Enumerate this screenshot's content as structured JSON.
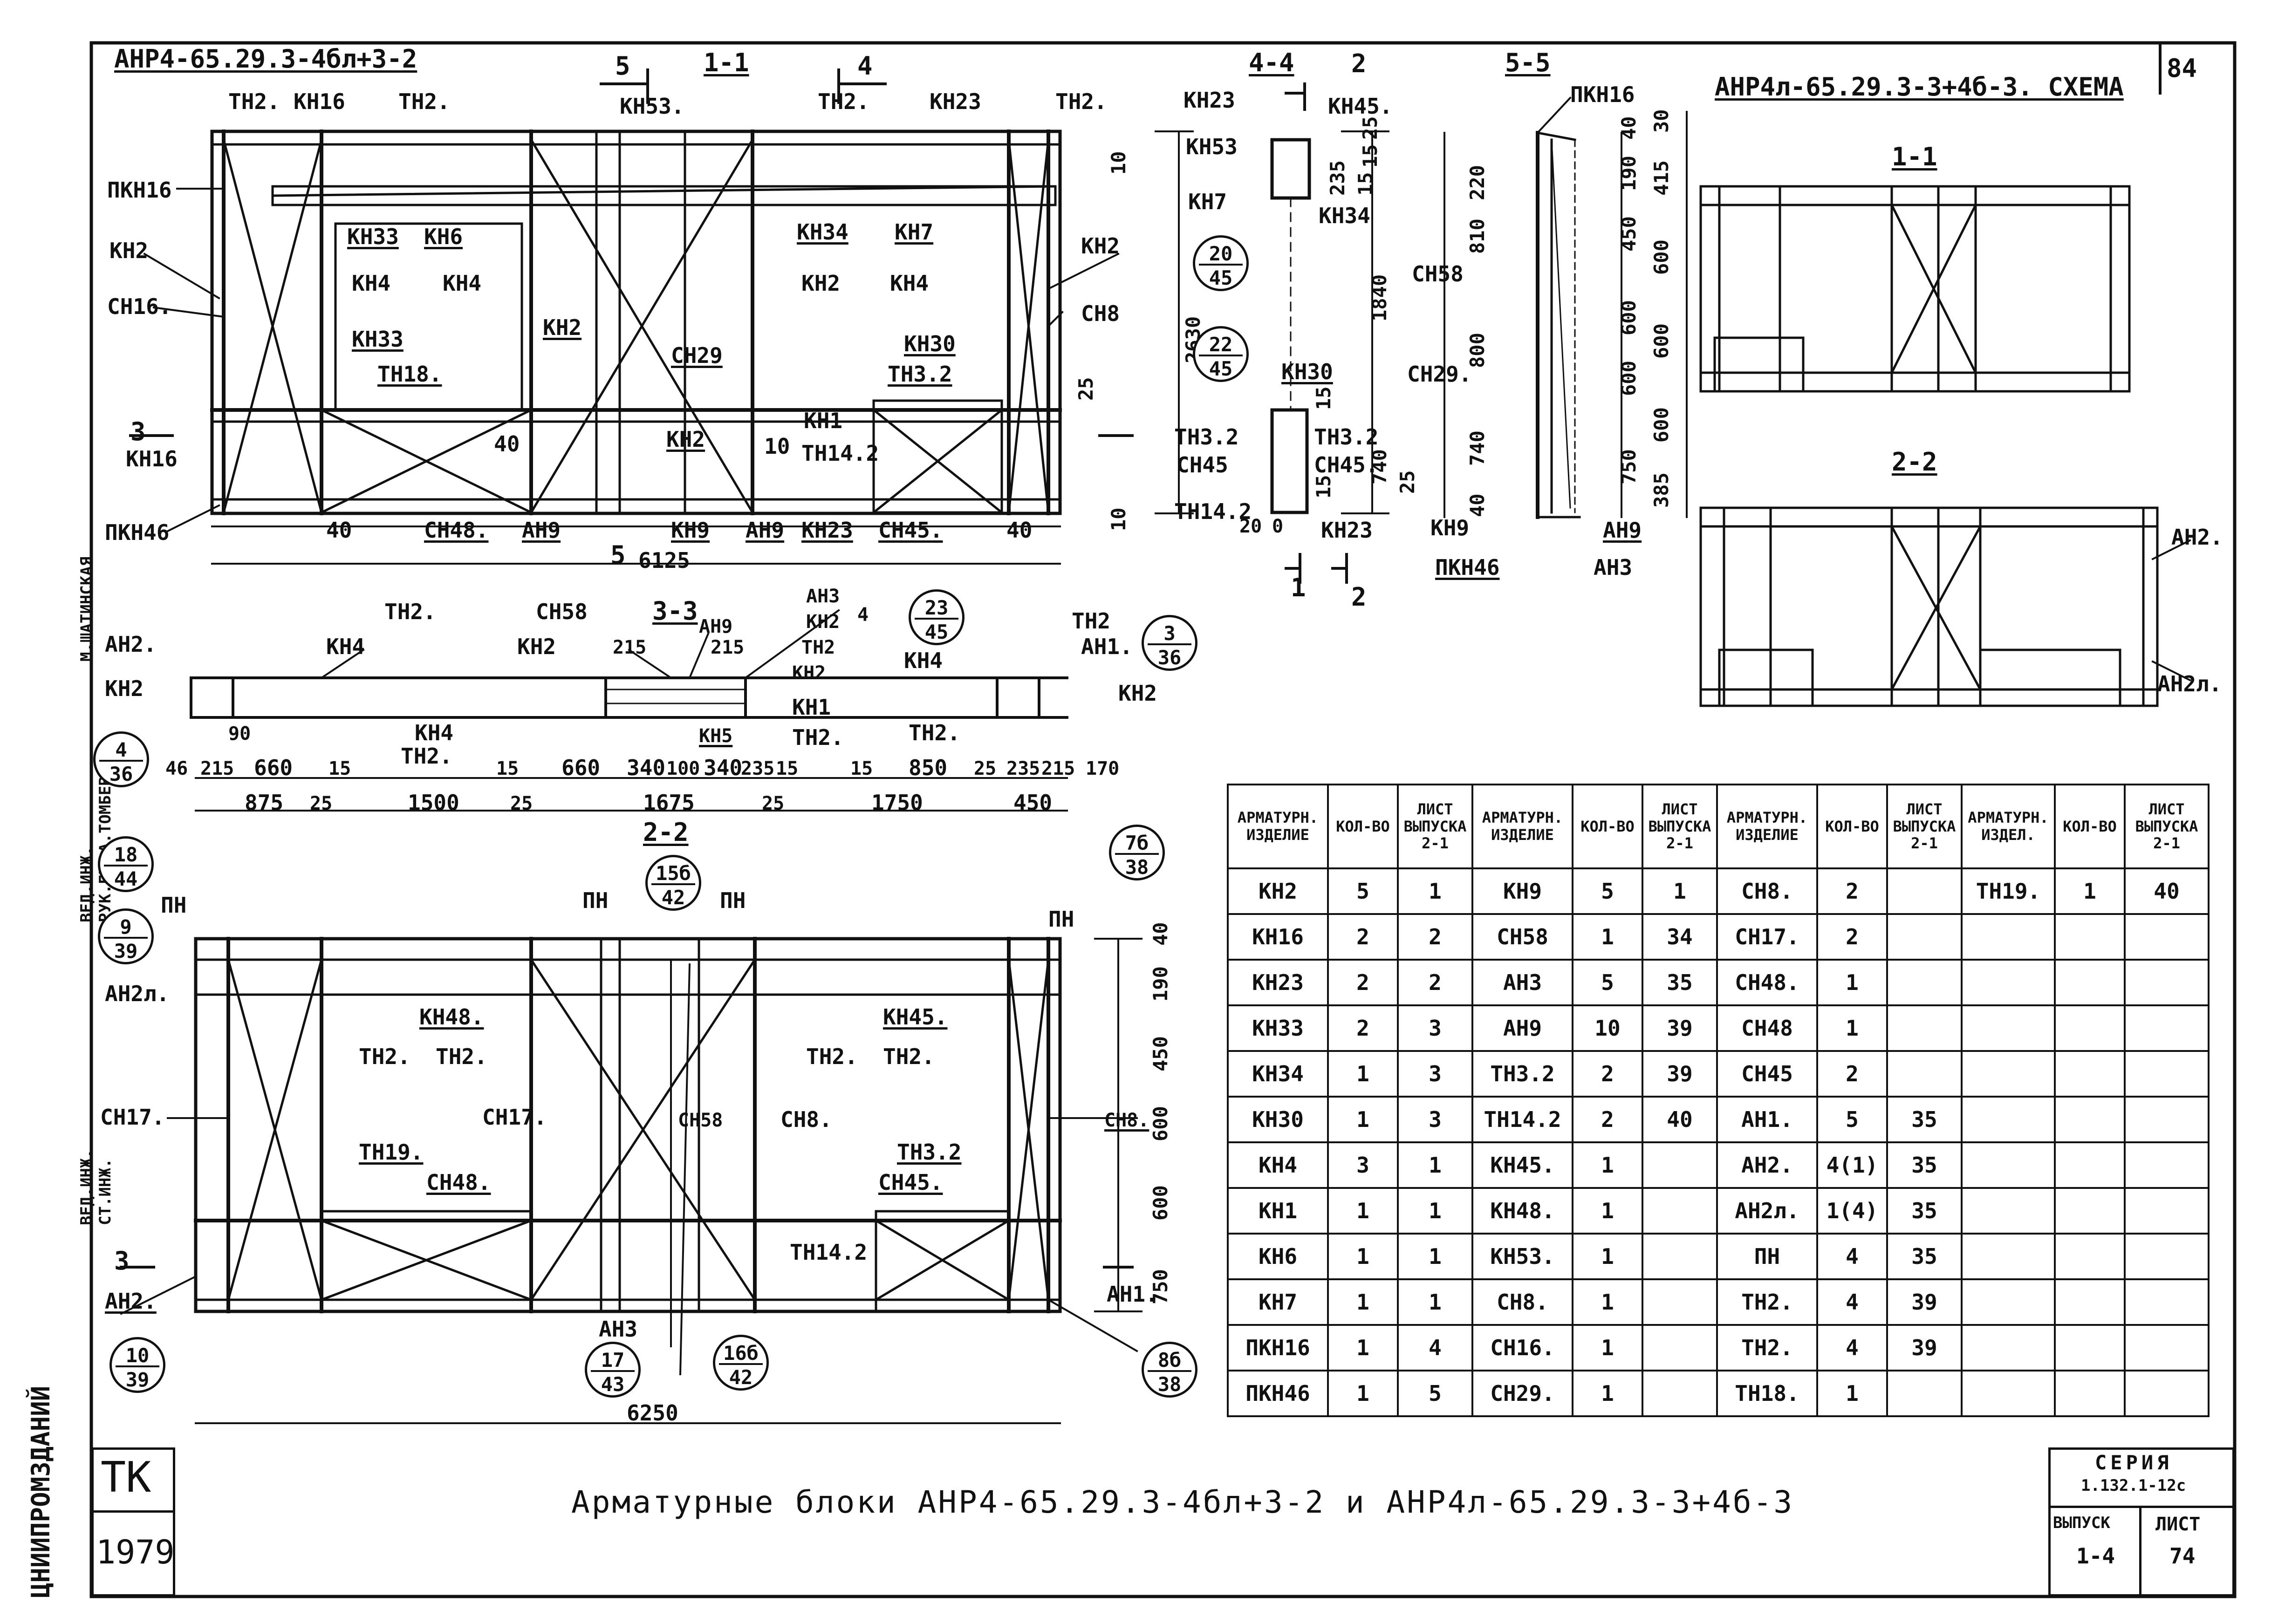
{
  "sheet_corner_number": "84",
  "top_title": "АНР4-65.29.3-4бл+3-2",
  "scheme_title": "АНР4л-65.29.3-3+4б-3. СХЕМА",
  "main_title": "Арматурные блоки АНР4-65.29.3-4бл+3-2 и АНР4л-65.29.3-3+4б-3",
  "stamp": {
    "org_code": "ТК",
    "year": "1979",
    "series_label": "СЕРИЯ",
    "series_value": "1.132.1-12с",
    "issue_label": "ВЫПУСК",
    "issue_value": "1-4",
    "sheet_label": "ЛИСТ",
    "sheet_value": "74"
  },
  "sidebar": {
    "org": "ЦНИИПРОМЗДАНИЙ",
    "roles": [
      "ВЕД.ИНЖ.",
      "СТ.ИНЖ.",
      "ВЕД.ИНЖ.",
      "РУК.ГР."
    ],
    "names": [
      "М.ШАТИНСКАЯ",
      "А.ТОМБЕВА"
    ]
  },
  "views": {
    "v11": {
      "section": "1-1",
      "left_marks": [
        "ПКН16",
        "КН2",
        "СН16.",
        "КН16",
        "ПКН46"
      ],
      "top_marks": [
        "ТН2.",
        "КН16",
        "ТН2.",
        "КН53.",
        "ТН2.",
        "КН23",
        "ТН2."
      ],
      "inner_marks": [
        "КН33",
        "КН6",
        "КН4",
        "КН4",
        "КН33",
        "ТН18.",
        "КН2",
        "СН29",
        "КН2",
        "КН34",
        "КН7",
        "КН2",
        "КН4",
        "КН30",
        "ТН3.2",
        "КН1",
        "ТН14.2",
        "КН2",
        "СН8"
      ],
      "bottom_marks": [
        "40",
        "СН48.",
        "АН9",
        "КН9",
        "АН9",
        "КН23",
        "СН45.",
        "40"
      ],
      "dims": [
        "10",
        "2630",
        "25",
        "40",
        "10",
        "10",
        "6125"
      ],
      "cut_marks": [
        "5",
        "4",
        "3",
        "5"
      ]
    },
    "v44": {
      "section": "4-4",
      "cut": "2",
      "marks": [
        "КН23",
        "КН45.",
        "КН53",
        "КН7",
        "КН34",
        "КН30",
        "ТН3.2",
        "СН45",
        "ТН3.2",
        "СН45.",
        "ТН14.2",
        "КН23"
      ],
      "dims": [
        "25",
        "15",
        "235",
        "15",
        "1840",
        "15",
        "740",
        "15",
        "25",
        "20",
        "0"
      ],
      "bottom_cuts": [
        "1",
        "2"
      ]
    },
    "v55": {
      "section": "5-5",
      "marks": [
        "ПКН16",
        "СН58",
        "СН29.",
        "КН9",
        "ПКН46",
        "АН9",
        "АН3"
      ],
      "dims_left": [
        "220",
        "810",
        "800",
        "740",
        "40"
      ],
      "dims_right": [
        "40",
        "30",
        "190",
        "415",
        "450",
        "600",
        "600",
        "600",
        "600",
        "600",
        "750",
        "385"
      ]
    },
    "v33": {
      "section": "3-3",
      "marks": [
        "АН2.",
        "КН2",
        "ТН2.",
        "КН4",
        "СН58",
        "КН2",
        "АН9",
        "АН3",
        "КН2",
        "ТН2",
        "КН2",
        "КН1",
        "КН5",
        "ТН2.",
        "КН4",
        "ТН2",
        "АН1.",
        "КН2",
        "КН4",
        "ТН2.",
        "ТН2."
      ],
      "dims_top": [
        "215",
        "215",
        "4"
      ],
      "dims_row1": [
        "46",
        "215",
        "660",
        "15",
        "15",
        "660",
        "340",
        "100",
        "340",
        "235",
        "15",
        "15",
        "850",
        "25",
        "235",
        "215",
        "170"
      ],
      "dims_row2": [
        "875",
        "25",
        "1500",
        "25",
        "1675",
        "25",
        "1750",
        "450"
      ],
      "dim_90": "90"
    },
    "v22": {
      "section": "2-2",
      "marks": [
        "ПН",
        "ПН",
        "ПН",
        "ПН",
        "АН2л.",
        "КН48.",
        "КН45.",
        "ТН2.",
        "ТН2.",
        "ТН2.",
        "ТН2.",
        "СН17.",
        "СН17.",
        "СН58",
        "СН8.",
        "СН8.",
        "ТН19.",
        "СН48.",
        "ТН3.2",
        "СН45.",
        "ТН14.2",
        "АН2.",
        "АН1.",
        "АН3"
      ],
      "dims_right": [
        "40",
        "190",
        "450",
        "600",
        "600",
        "750"
      ],
      "total": "6250",
      "cut_mark": "3"
    },
    "scheme": {
      "sec1": "1-1",
      "sec2": "2-2",
      "marks": [
        "АН2.",
        "АН2л."
      ]
    }
  },
  "callouts": [
    {
      "top": "20",
      "bot": "45"
    },
    {
      "top": "22",
      "bot": "45"
    },
    {
      "top": "23",
      "bot": "45"
    },
    {
      "top": "3",
      "bot": "36"
    },
    {
      "top": "4",
      "bot": "36"
    },
    {
      "top": "18",
      "bot": "44"
    },
    {
      "top": "9",
      "bot": "39"
    },
    {
      "top": "10",
      "bot": "39"
    },
    {
      "top": "15б",
      "bot": "42"
    },
    {
      "top": "7б",
      "bot": "38"
    },
    {
      "top": "17",
      "bot": "43"
    },
    {
      "top": "16б",
      "bot": "42"
    },
    {
      "top": "8б",
      "bot": "38"
    }
  ],
  "spec_table": {
    "headers": [
      "АРМАТУРН. ИЗДЕЛИЕ",
      "КОЛ-ВО",
      "ЛИСТ ВЫПУСКА 2-1",
      "АРМАТУРН. ИЗДЕЛИЕ",
      "КОЛ-ВО",
      "ЛИСТ ВЫПУСКА 2-1",
      "АРМАТУРН. ИЗДЕЛИЕ",
      "КОЛ-ВО",
      "ЛИСТ ВЫПУСКА 2-1",
      "АРМАТУРН. ИЗДЕЛ.",
      "КОЛ-ВО",
      "ЛИСТ ВЫПУСКА 2-1"
    ],
    "rows": [
      [
        "КН2",
        "5",
        "1",
        "КН9",
        "5",
        "1",
        "СН8.",
        "2",
        "",
        "ТН19.",
        "1",
        "40"
      ],
      [
        "КН16",
        "2",
        "2",
        "СН58",
        "1",
        "34",
        "СН17.",
        "2",
        "",
        "",
        "",
        ""
      ],
      [
        "КН23",
        "2",
        "2",
        "АН3",
        "5",
        "35",
        "СН48.",
        "1",
        "",
        "",
        "",
        ""
      ],
      [
        "КН33",
        "2",
        "3",
        "АН9",
        "10",
        "39",
        "СН48",
        "1",
        "",
        "",
        "",
        ""
      ],
      [
        "КН34",
        "1",
        "3",
        "ТН3.2",
        "2",
        "39",
        "СН45",
        "2",
        "",
        "",
        "",
        ""
      ],
      [
        "КН30",
        "1",
        "3",
        "ТН14.2",
        "2",
        "40",
        "АН1.",
        "5",
        "35",
        "",
        "",
        ""
      ],
      [
        "КН4",
        "3",
        "1",
        "КН45.",
        "1",
        "",
        "АН2.",
        "4(1)",
        "35",
        "",
        "",
        ""
      ],
      [
        "КН1",
        "1",
        "1",
        "КН48.",
        "1",
        "",
        "АН2л.",
        "1(4)",
        "35",
        "",
        "",
        ""
      ],
      [
        "КН6",
        "1",
        "1",
        "КН53.",
        "1",
        "",
        "ПН",
        "4",
        "35",
        "",
        "",
        ""
      ],
      [
        "КН7",
        "1",
        "1",
        "СН8.",
        "1",
        "",
        "ТН2.",
        "4",
        "39",
        "",
        "",
        ""
      ],
      [
        "ПКН16",
        "1",
        "4",
        "СН16.",
        "1",
        "",
        "ТН2.",
        "4",
        "39",
        "",
        "",
        ""
      ],
      [
        "ПКН46",
        "1",
        "5",
        "СН29.",
        "1",
        "",
        "ТН18.",
        "1",
        "",
        "",
        "",
        ""
      ]
    ]
  }
}
